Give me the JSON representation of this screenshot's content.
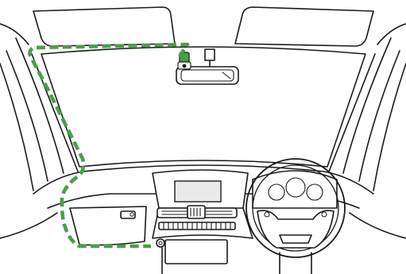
{
  "diagram": {
    "subject": "dash-cam-cable-routing",
    "colors": {
      "line": "#1a1a1a",
      "cable_route": "#4a9e47",
      "camera": "#4a9e47",
      "screen": "#eaeaea",
      "background": "#ffffff"
    },
    "parts": [
      "sun-visor-left",
      "sun-visor-right",
      "windscreen",
      "rear-view-mirror",
      "dash-camera",
      "a-pillar-left",
      "a-pillar-right",
      "dashboard",
      "infotainment-screen",
      "centre-air-vent",
      "steering-wheel",
      "instrument-cluster",
      "glovebox",
      "power-socket",
      "cable-route"
    ]
  }
}
